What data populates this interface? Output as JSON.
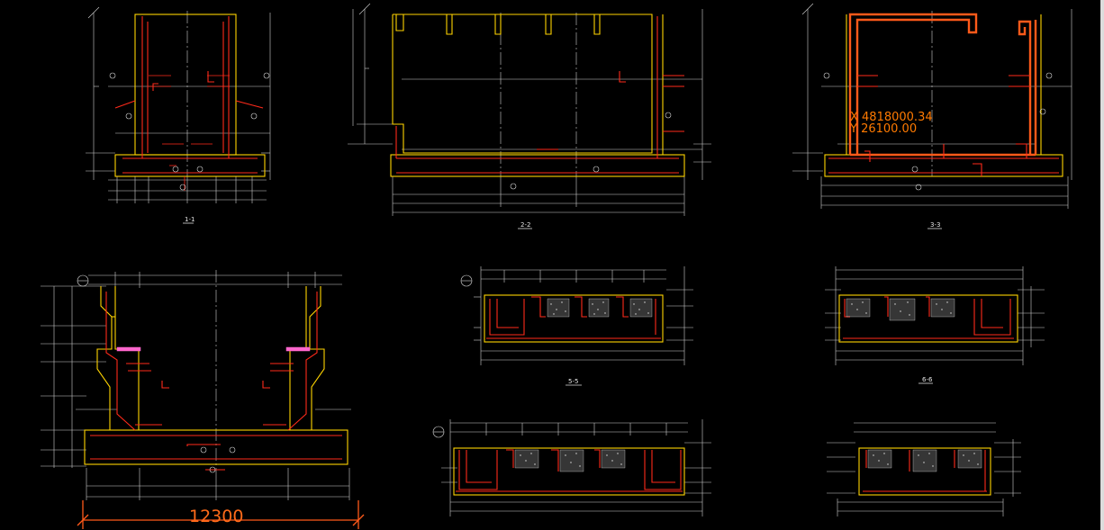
{
  "section_titles": {
    "s1": "1-1",
    "s2": "2-2",
    "s3": "3-3",
    "s5": "5-5",
    "s6": "6-6"
  },
  "coordinate_readout": {
    "line1": "X 4818000.34",
    "line2": "Y 26100.00"
  },
  "dimension": {
    "overall_width": "12300"
  },
  "colors": {
    "background": "#000000",
    "dimension_white": "#dcdcdc",
    "wall_yellow": "#ffd400",
    "rebar_red": "#ff2a1a",
    "highlight_orange": "#ff5a1a",
    "hatch_magenta": "#ff66cc"
  }
}
